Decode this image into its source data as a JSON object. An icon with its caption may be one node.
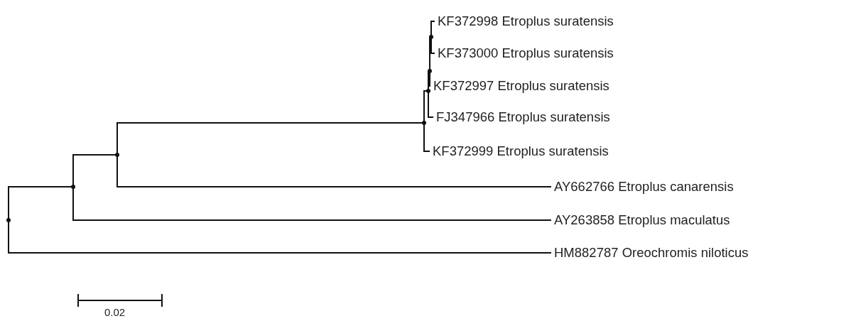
{
  "diagram": {
    "nodes": [
      {
        "text": [
          "KF372998 Etroplus suratensis"
        ]
      },
      {
        "text": [
          "KF373000 Etroplus suratensis"
        ]
      },
      {
        "text": [
          "KF372997 Etroplus suratensis"
        ]
      },
      {
        "text": [
          "FJ347966 Etroplus suratensis"
        ]
      },
      {
        "text": [
          "KF372999 Etroplus suratensis"
        ]
      },
      {
        "text": [
          "AY662766 Etroplus canarensis"
        ]
      },
      {
        "text": [
          "AY263858 Etroplus maculatus"
        ]
      },
      {
        "text": [
          "HM882787 Oreochromis niloticus"
        ]
      },
      {
        "text": [],
        "shape": "point"
      },
      {
        "text": [],
        "shape": "point"
      },
      {
        "text": [],
        "shape": "point"
      },
      {
        "text": [],
        "shape": "point"
      },
      {
        "text": [],
        "shape": "point"
      },
      {
        "text": [],
        "shape": "point"
      },
      {
        "text": [],
        "shape": "point"
      }
    ],
    "edges": [
      {
        "from": 8,
        "to": 9,
        "arrow": "none"
      },
      {
        "from": 8,
        "to": 7,
        "arrow": "none"
      },
      {
        "from": 9,
        "to": 10,
        "arrow": "none"
      },
      {
        "from": 9,
        "to": 6,
        "arrow": "none"
      },
      {
        "from": 10,
        "to": 11,
        "arrow": "none"
      },
      {
        "from": 10,
        "to": 5,
        "arrow": "none"
      },
      {
        "from": 11,
        "to": 12,
        "arrow": "none"
      },
      {
        "from": 11,
        "to": 4,
        "arrow": "none"
      },
      {
        "from": 12,
        "to": 13,
        "arrow": "none"
      },
      {
        "from": 12,
        "to": 3,
        "arrow": "none"
      },
      {
        "from": 13,
        "to": 14,
        "arrow": "none"
      },
      {
        "from": 13,
        "to": 2,
        "arrow": "none"
      },
      {
        "from": 14,
        "to": 0,
        "arrow": "none"
      },
      {
        "from": 14,
        "to": 1,
        "arrow": "none"
      }
    ],
    "labels": [
      "0.02"
    ]
  }
}
